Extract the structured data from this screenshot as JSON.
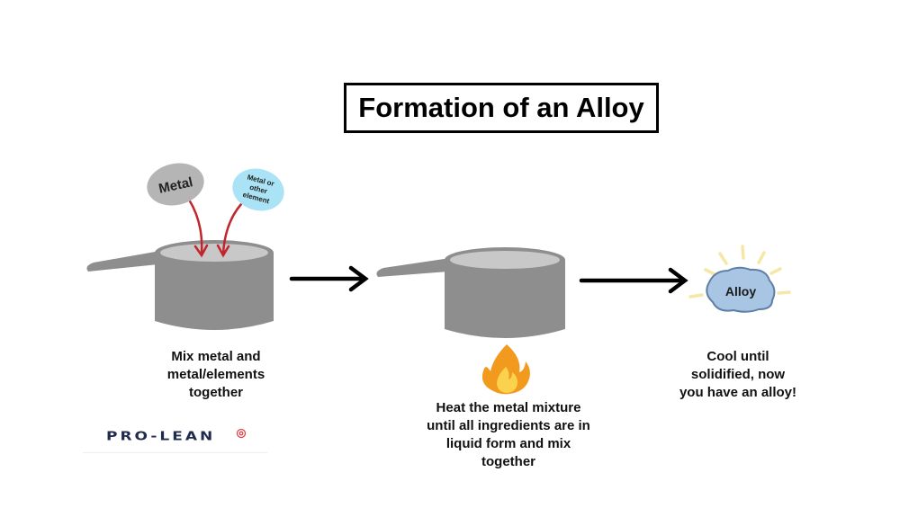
{
  "title": "Formation of an Alloy",
  "bubbles": {
    "metal": "Metal",
    "other_element": [
      "Metal or",
      "other",
      "element"
    ]
  },
  "product": {
    "label": "Alloy"
  },
  "steps": [
    {
      "caption": [
        "Mix metal and",
        "metal/elements",
        "together"
      ]
    },
    {
      "caption": [
        "Heat the metal mixture",
        "until all ingredients are in",
        "liquid form and mix",
        "together"
      ]
    },
    {
      "caption": [
        "Cool until",
        "solidified, now",
        "you have an alloy!"
      ]
    }
  ],
  "logo": {
    "text": "PRO-LEAN"
  },
  "colors": {
    "pot": "#8e8e8e",
    "pot_rim": "#c8c8c8",
    "arrow": "#000000",
    "drop_arrow": "#c0262c",
    "metal_bubble": "#b5b5b5",
    "element_bubble": "#a9e3f5",
    "alloy_fill": "#a8c6e4",
    "alloy_outline": "#5f7fa6",
    "sun_rays": "#f6e7a6",
    "flame_outer": "#f29a1e",
    "flame_inner": "#fbd24e",
    "logo": "#1f2a4d",
    "logo_mark": "#e0464b"
  }
}
